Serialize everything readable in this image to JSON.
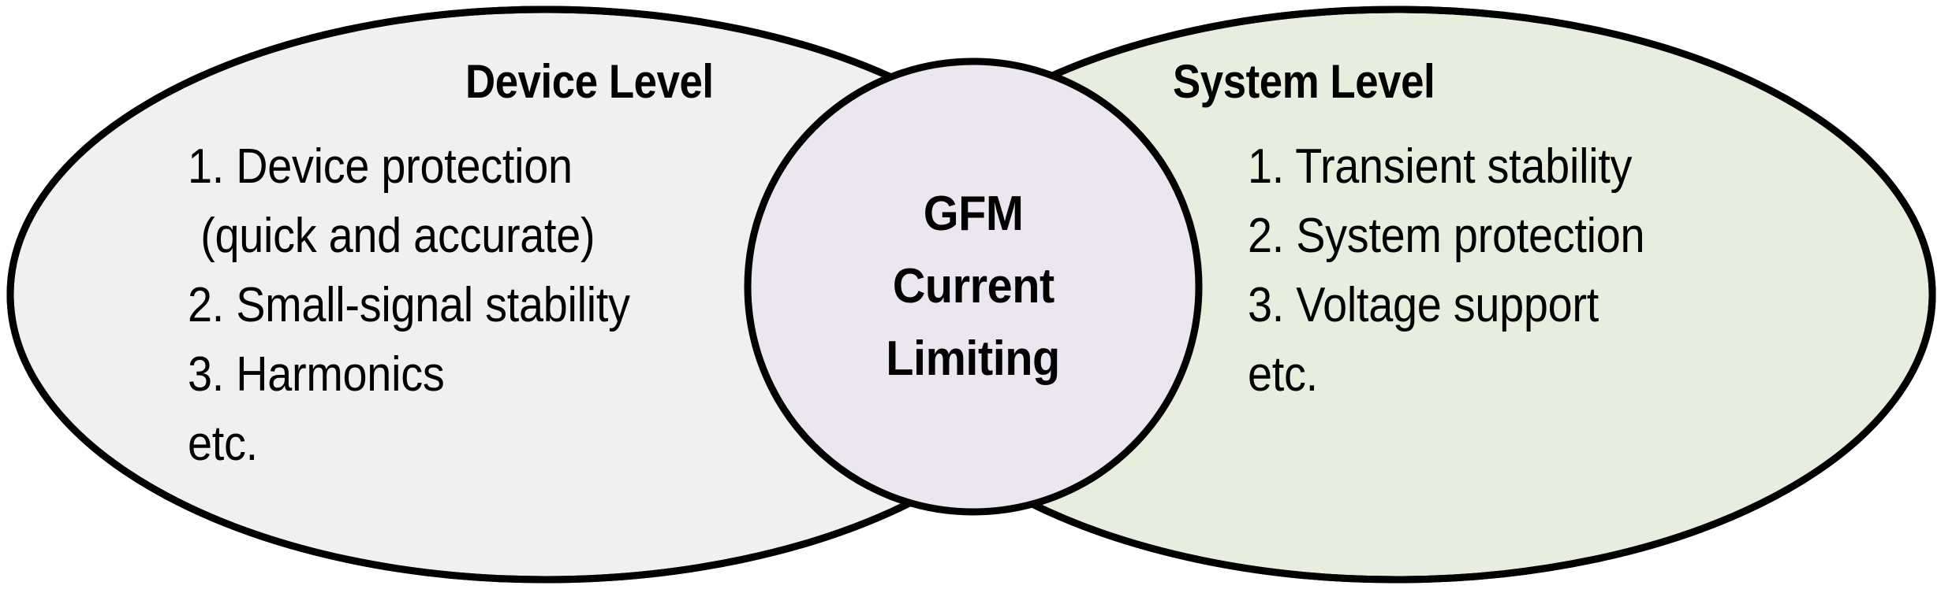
{
  "diagram": {
    "type": "venn",
    "title_visible": false,
    "colors": {
      "left_ellipse_fill": "#eff0ef",
      "right_ellipse_fill": "#e8eedd",
      "center_circle_fill": "#ebe6ef",
      "stroke": "#000000",
      "text": "#000000",
      "background": "#ffffff"
    },
    "left_group": {
      "title": "Device Level",
      "items": [
        "1. Device protection",
        "(quick and accurate)",
        "2. Small-signal stability",
        "3. Harmonics",
        "etc."
      ]
    },
    "right_group": {
      "title": "System Level",
      "items": [
        "1. Transient stability",
        "2. System protection",
        "3. Voltage support",
        "etc."
      ]
    },
    "center": {
      "lines": [
        "GFM",
        "Current",
        "Limiting"
      ]
    }
  }
}
